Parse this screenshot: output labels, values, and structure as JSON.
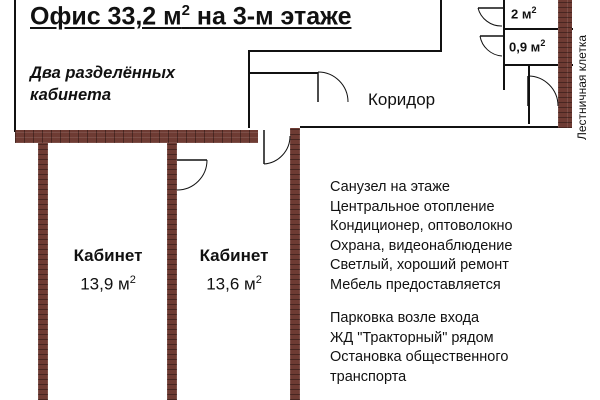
{
  "header": {
    "title_prefix": "Офис 33,2 м",
    "title_sup": "2",
    "title_suffix": " на 3-м этаже",
    "subtitle": "Два разделённых кабинета"
  },
  "rooms": {
    "cabinet_left": {
      "name": "Кабинет",
      "area": "13,9 м",
      "sup": "2"
    },
    "cabinet_right": {
      "name": "Кабинет",
      "area": "13,6 м",
      "sup": "2"
    },
    "corridor": "Коридор",
    "small_room_top": {
      "area": "2 м",
      "sup": "2"
    },
    "small_room_bottom": {
      "area": "0,9 м",
      "sup": "2"
    },
    "stairwell": "Лестничная клетка"
  },
  "features": {
    "list_1": [
      "Санузел на этаже",
      "Центральное отопление",
      "Кондиционер, оптоволокно",
      "Охрана, видеонаблюдение",
      "Светлый, хороший ремонт",
      "Мебель предоставляется"
    ],
    "list_2": [
      "Парковка возле входа",
      "ЖД \"Тракторный\" рядом",
      "Остановка общественного",
      "транспорта"
    ]
  },
  "colors": {
    "brick": "#6e3b33",
    "line": "#111111",
    "background": "#ffffff"
  }
}
